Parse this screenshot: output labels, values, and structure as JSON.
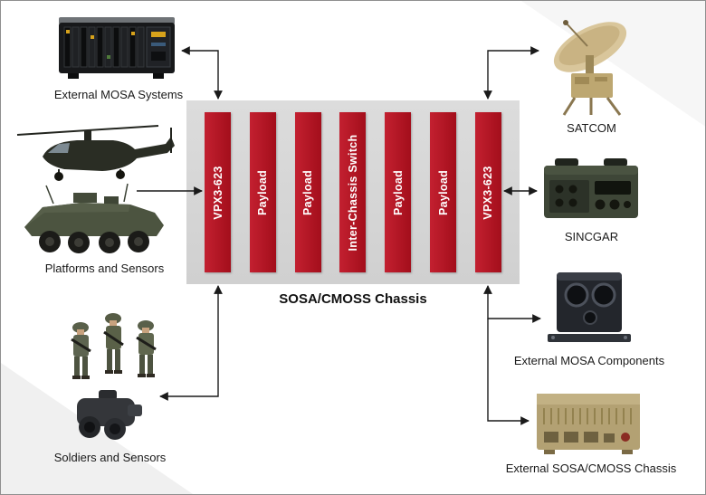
{
  "colors": {
    "card_red": "#c32030",
    "card_red_dark": "#a30e1b",
    "chassis_gray": "#dcdcdc",
    "chassis_gray_dark": "#d0d0d0",
    "arrow_color": "#1a1a1a",
    "text_color": "#1a1a1a"
  },
  "chassis": {
    "label": "SOSA/CMOSS Chassis",
    "cards": [
      {
        "label": "VPX3-623"
      },
      {
        "label": "Payload"
      },
      {
        "label": "Payload"
      },
      {
        "label": "Inter-Chassis Switch"
      },
      {
        "label": "Payload"
      },
      {
        "label": "Payload"
      },
      {
        "label": "VPX3-623"
      }
    ]
  },
  "nodes": {
    "left": [
      {
        "label": "External MOSA Systems",
        "icon": "rack-equipment-icon"
      },
      {
        "label": "Platforms and Sensors",
        "icon": "helicopter-icon, armored-vehicle-icon"
      },
      {
        "label": "Soldiers and Sensors",
        "icon": "soldiers-icon, night-vision-goggles-icon"
      }
    ],
    "right": [
      {
        "label": "SATCOM",
        "icon": "satellite-dish-icon"
      },
      {
        "label": "SINCGAR",
        "icon": "military-radio-icon"
      },
      {
        "label": "External MOSA Components",
        "icon": "component-box-icon"
      },
      {
        "label": "External SOSA/CMOSS Chassis",
        "icon": "external-chassis-icon"
      }
    ]
  }
}
